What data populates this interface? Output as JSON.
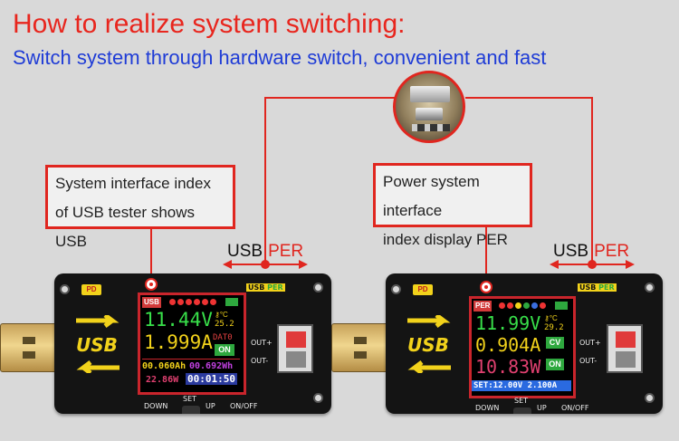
{
  "heading": {
    "title": "How to realize system switching:",
    "subtitle": "Switch system through hardware switch, convenient and fast"
  },
  "callouts": {
    "left": [
      "System interface index",
      "of USB tester shows USB"
    ],
    "right": [
      "Power system interface",
      "index display PER"
    ]
  },
  "switch_labels": {
    "usb": "USB",
    "per": "PER"
  },
  "devices": {
    "left": {
      "pd_label": "PD",
      "mode_tag": "USB",
      "board_tag": [
        "USB",
        "PER"
      ],
      "rows": {
        "voltage": "11.44V",
        "temp": "25.2",
        "current": "1.999A",
        "data": "DAT0",
        "state": "ON",
        "energy_ah": "00.060Ah",
        "energy_wh": "00.692Wh",
        "power": "22.86W",
        "time": "00:01:50"
      },
      "buttons": {
        "down": "DOWN",
        "set": "SET",
        "up": "UP",
        "onoff": "ON/OFF"
      },
      "out_plus": "OUT+",
      "out_minus": "OUT-"
    },
    "right": {
      "pd_label": "PD",
      "mode_tag": "PER",
      "board_tag": [
        "USB",
        "PER"
      ],
      "rows": {
        "voltage": "11.99V",
        "temp": "29.2",
        "current": "0.904A",
        "mode": "CV",
        "power": "10.83W",
        "state": "ON",
        "setpoint": "SET:12.00V 2.100A"
      },
      "buttons": {
        "down": "DOWN",
        "set": "SET",
        "up": "UP",
        "onoff": "ON/OFF"
      },
      "out_plus": "OUT+",
      "out_minus": "OUT-"
    }
  },
  "colors": {
    "accent": "#e0261f",
    "subtitle": "#1f3cd6"
  }
}
